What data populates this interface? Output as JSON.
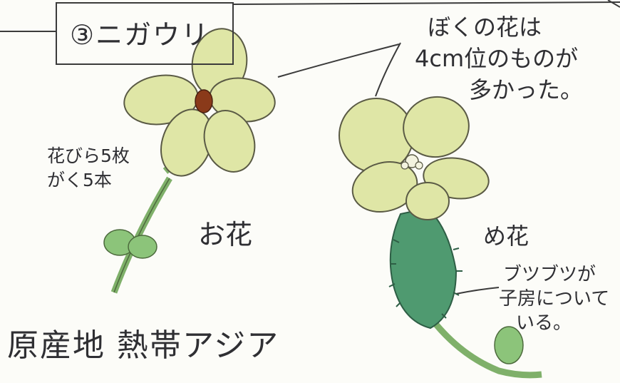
{
  "drawing": {
    "title": "③ニガウリ",
    "flower_note": [
      "ぼくの花は",
      "4cm位のものが",
      "多かった。"
    ],
    "petal_note": [
      "花びら5枚",
      "がく5本"
    ],
    "male_label": "お花",
    "female_label": "め花",
    "bumps_note": [
      "ブツブツが",
      "子房について",
      "いる。"
    ],
    "origin": "原産地 熱帯アジア"
  },
  "colors": {
    "paper": "#fcfcf8",
    "petal": "#dfe6a6",
    "petal_outline": "#5a5a45",
    "stem": "#7fb06a",
    "ovary": "#4f9a70",
    "stamen": "#8a3a1a",
    "pencil": "#2f2f33"
  }
}
